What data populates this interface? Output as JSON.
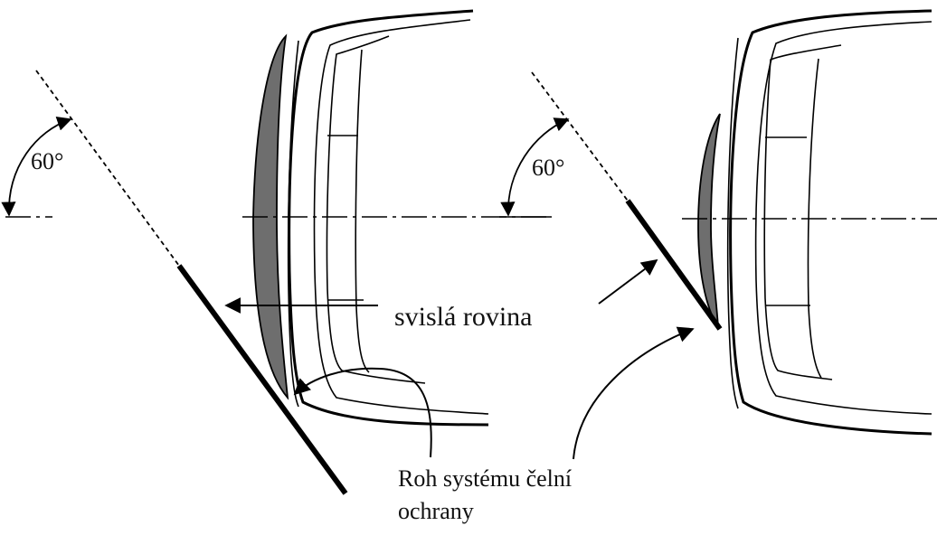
{
  "labels": {
    "angle_left": "60°",
    "angle_right": "60°",
    "vertical_plane": "svislá rovina",
    "corner_line1": "Roh systému čelní",
    "corner_line2": "ochrany"
  },
  "angle_deg": 60,
  "colors": {
    "line": "#000000",
    "bumper_fill": "#6e6e6e"
  }
}
